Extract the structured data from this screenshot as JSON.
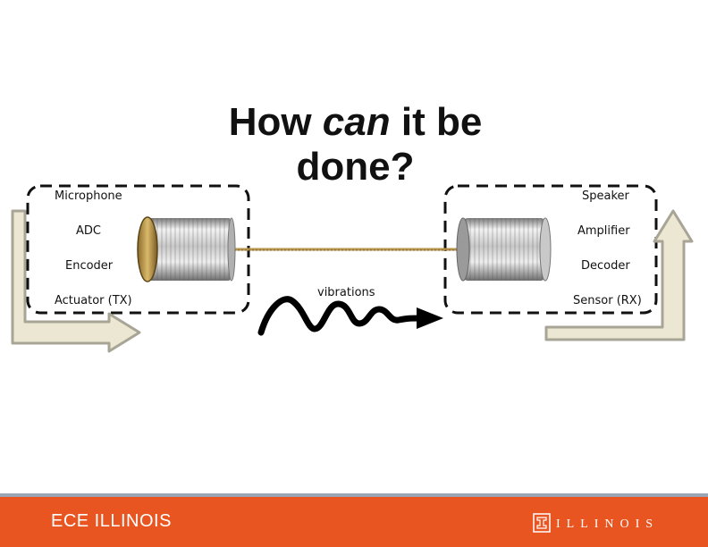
{
  "title": {
    "pre": "How ",
    "italic": "can",
    "post": " it be",
    "line2": "done?"
  },
  "left_stack": [
    "Microphone",
    "ADC",
    "Encoder",
    "Actuator (TX)"
  ],
  "right_stack": [
    "Speaker",
    "Amplifier",
    "Decoder",
    "Sensor (RX)"
  ],
  "wave_label": "vibrations",
  "footer": {
    "left_brand": "ECE ILLINOIS",
    "right_brand": "ILLINOIS"
  },
  "colors": {
    "footer": "#e85520",
    "arrow_fill": "#ebe7d2",
    "arrow_stroke": "#a8a496",
    "string": "#b8934e"
  }
}
